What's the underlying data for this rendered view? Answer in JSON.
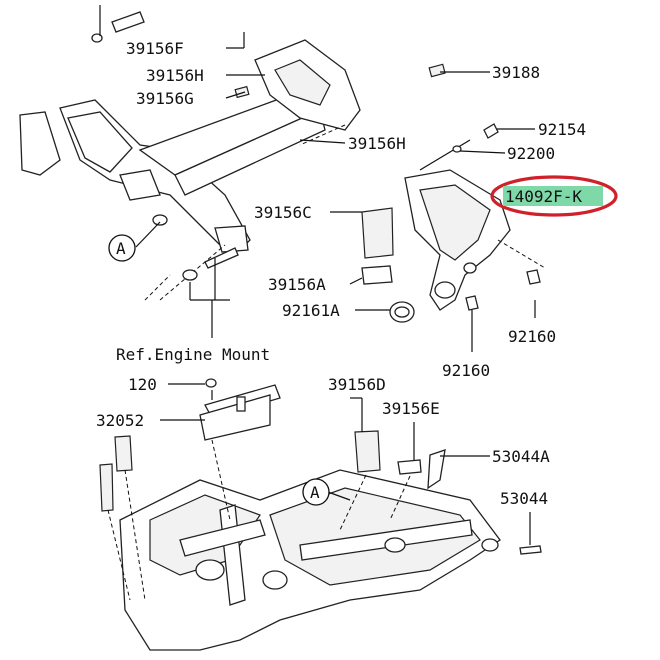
{
  "callouts": {
    "c39156F": "39156F",
    "c39156H_top": "39156H",
    "c39156G": "39156G",
    "c39188": "39188",
    "c92154": "92154",
    "c39156H_mid": "39156H",
    "c92200": "92200",
    "c14092F_K": "14092F-K",
    "c39156C": "39156C",
    "cA_top": "A",
    "c39156A": "39156A",
    "c92161A": "92161A",
    "c92160_right": "92160",
    "c92160_low": "92160",
    "ref_engine_mount": "Ref.Engine Mount",
    "c120": "120",
    "c39156D": "39156D",
    "c39156E": "39156E",
    "c32052": "32052",
    "c53044A": "53044A",
    "cA_low": "A",
    "c53044": "53044"
  },
  "colors": {
    "highlight_fill": "#7fd8a8",
    "highlight_ring": "#d0212a",
    "ink": "#111111"
  }
}
